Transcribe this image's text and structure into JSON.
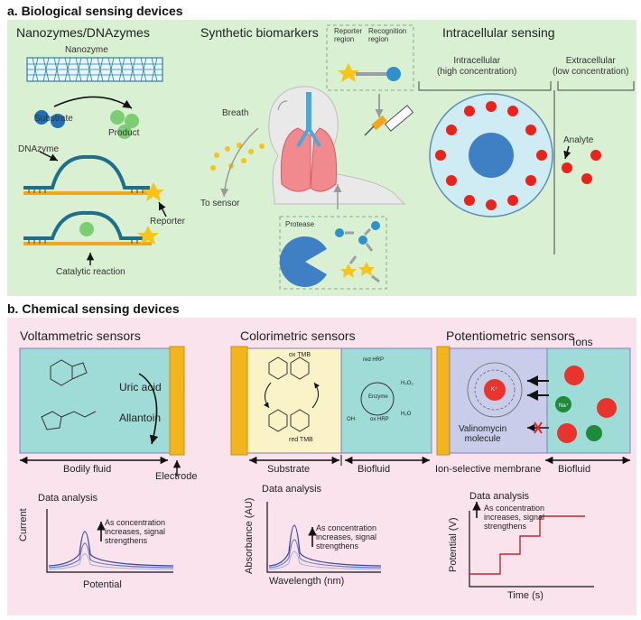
{
  "section_a": {
    "title": "a. Biological sensing devices",
    "nanozymes": {
      "title": "Nanozymes/DNAzymes",
      "nanozyme_label": "Nanozyme",
      "substrate_label": "Substrate",
      "product_label": "Product",
      "dnazyme_label": "DNAzyme",
      "reporter_label": "Reporter",
      "catalytic_label": "Catalytic reaction"
    },
    "synthetic": {
      "title": "Synthetic biomarkers",
      "breath_label": "Breath",
      "to_sensor_label": "To sensor",
      "reporter_region_label": "Reporter\nregion",
      "recognition_region_label": "Recognition\nregion",
      "protease_label": "Protease"
    },
    "intracellular": {
      "title": "Intracellular sensing",
      "intra_label": "Intracellular\n(high concentration)",
      "extra_label": "Extracellular\n(low concentration)",
      "analyte_label": "Analyte"
    }
  },
  "section_b": {
    "title": "b. Chemical sensing devices",
    "voltammetric": {
      "title": "Voltammetric sensors",
      "uric_acid": "Uric acid",
      "allantoin": "Allantoin",
      "bodily_fluid": "Bodily fluid",
      "electrode": "Electrode",
      "data_analysis": "Data analysis",
      "ylabel": "Current",
      "xlabel": "Potential",
      "annotation": "As concentration\nincreases, signal\nstrengthens"
    },
    "colorimetric": {
      "title": "Colorimetric sensors",
      "ox_tmb": "ox TMB",
      "red_tmb": "red TMB",
      "red_hrp": "red HRP",
      "ox_hrp": "ox HRP",
      "enzyme": "Enzyme",
      "h2o2": "H₂O₂",
      "h2o": "H₂O",
      "oh": "OH·",
      "substrate": "Substrate",
      "biofluid": "Biofluid",
      "data_analysis": "Data analysis",
      "ylabel": "Absorbance (AU)",
      "xlabel": "Wavelength (nm)",
      "annotation": "As concentration\nincreases, signal\nstrengthens"
    },
    "potentiometric": {
      "title": "Potentiometric sensors",
      "ions": "Ions",
      "valinomycin": "Valinomycin\nmolecule",
      "membrane": "Ion-selective membrane",
      "biofluid": "Biofluid",
      "k_label": "K⁺",
      "na_label": "Na⁺",
      "data_analysis": "Data analysis",
      "ylabel": "Potential (V)",
      "xlabel": "Time (s)",
      "annotation": "As concentration\nincreases, signal\nstrengthens"
    }
  },
  "colors": {
    "panel_a_bg": "#d9f0d3",
    "panel_b_bg": "#fbe3ee",
    "fluid": "#9fdcd7",
    "substrate_fill": "#fbf3c8",
    "membrane_fill": "#c9cdea",
    "electrode": "#f2b51c",
    "cell_blue": "#3f7fc4",
    "analyte_red": "#e8231c",
    "k_ion": "#e8342c",
    "na_ion": "#1f8a3a",
    "step_line": "#c0282f",
    "curve_dark": "#3b4aa0"
  }
}
